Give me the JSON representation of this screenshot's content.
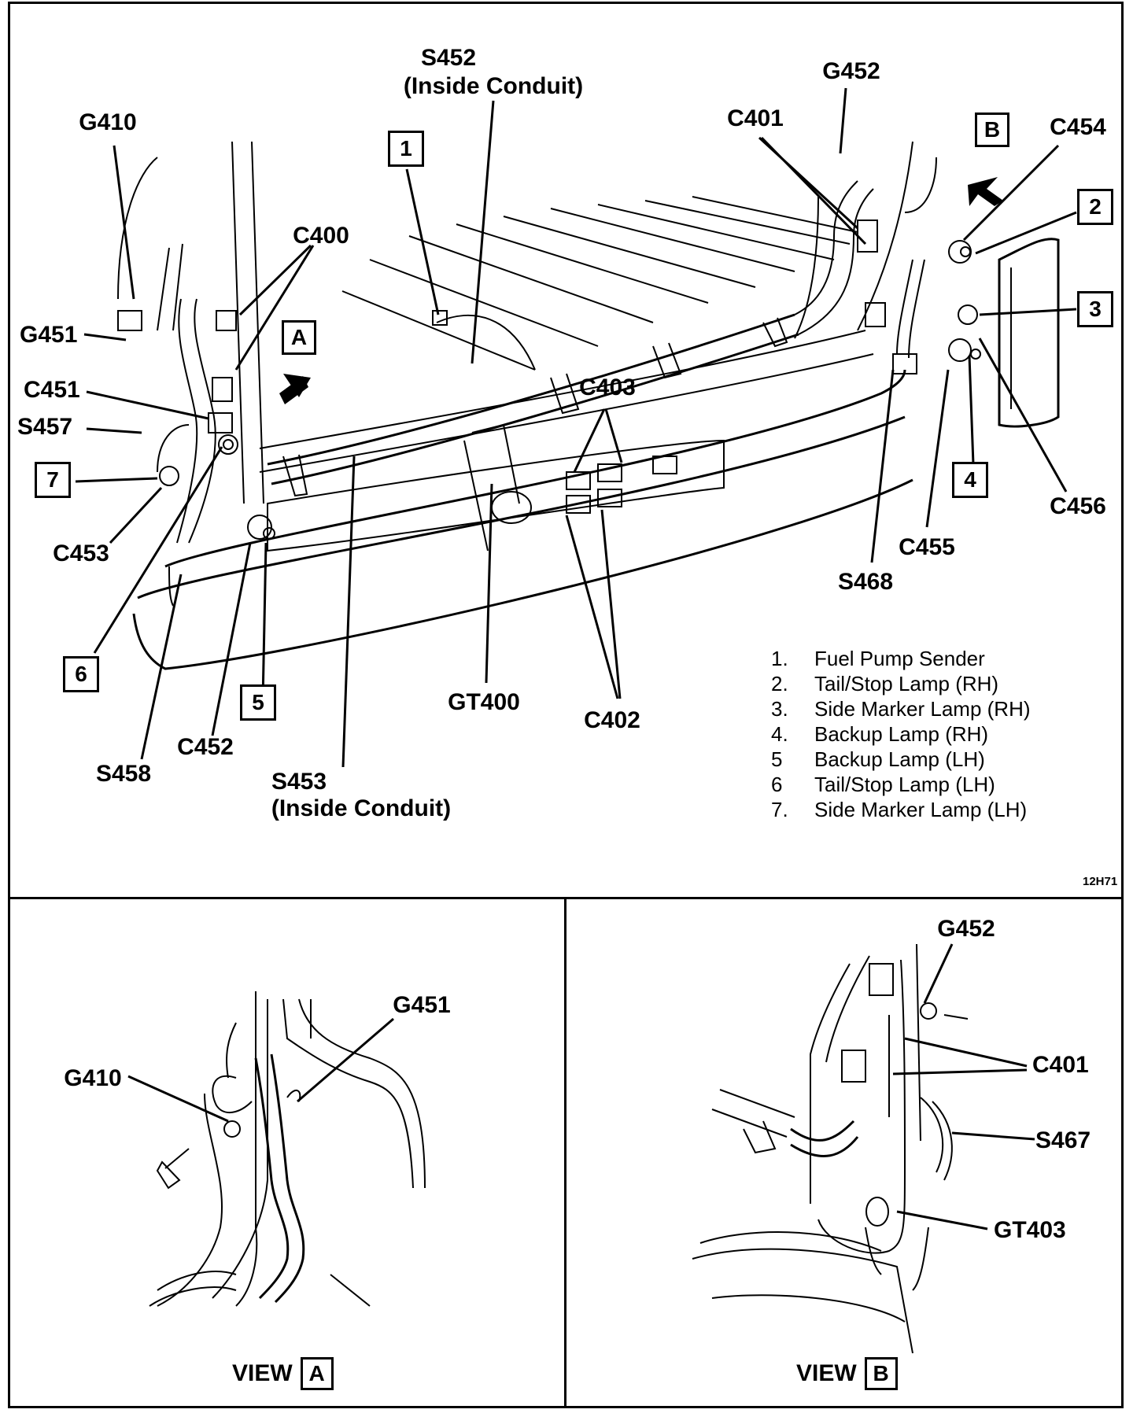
{
  "main": {
    "callouts": {
      "s452": "S452",
      "s452_sub": "(Inside Conduit)",
      "g452": "G452",
      "g410": "G410",
      "c401": "C401",
      "c454": "C454",
      "c400": "C400",
      "g451": "G451",
      "c451": "C451",
      "s457": "S457",
      "c403": "C403",
      "c453": "C453",
      "c456": "C456",
      "c455": "C455",
      "s468": "S468",
      "gt400": "GT400",
      "c402": "C402",
      "c452": "C452",
      "s458": "S458",
      "s453": "S453",
      "s453_sub": "(Inside Conduit)"
    },
    "view_boxes": {
      "a": "A",
      "b": "B"
    },
    "numbered_boxes": [
      "1",
      "2",
      "3",
      "4",
      "5",
      "6",
      "7"
    ],
    "legend": [
      {
        "num": "1.",
        "text": "Fuel Pump Sender"
      },
      {
        "num": "2.",
        "text": "Tail/Stop Lamp (RH)"
      },
      {
        "num": "3.",
        "text": "Side Marker Lamp (RH)"
      },
      {
        "num": "4.",
        "text": "Backup Lamp (RH)"
      },
      {
        "num": "5",
        "text": "Backup Lamp (LH)"
      },
      {
        "num": "6",
        "text": "Tail/Stop Lamp (LH)"
      },
      {
        "num": "7.",
        "text": "Side Marker Lamp (LH)"
      }
    ],
    "figure_id": "12H71"
  },
  "view_a": {
    "title": "VIEW",
    "box": "A",
    "callouts": {
      "g451": "G451",
      "g410": "G410"
    }
  },
  "view_b": {
    "title": "VIEW",
    "box": "B",
    "callouts": {
      "g452": "G452",
      "c401": "C401",
      "s467": "S467",
      "gt403": "GT403"
    }
  }
}
